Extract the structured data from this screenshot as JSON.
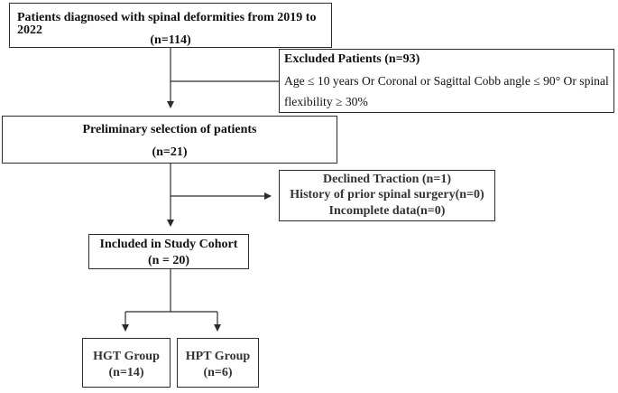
{
  "diagnosed": {
    "title": "Patients diagnosed with spinal deformities from 2019 to 2022",
    "count": "(n=114)"
  },
  "excluded": {
    "title": "Excluded Patients (n=93)",
    "criteria_line1": "Age ≤ 10 years Or Coronal or Sagittal Cobb angle ≤ 90° Or spinal",
    "criteria_line2": "flexibility ≥ 30%"
  },
  "preliminary": {
    "title": "Preliminary selection of patients",
    "count": "(n=21)"
  },
  "declined": {
    "line1": "Declined Traction (n=1)",
    "line2": "History of prior spinal surgery(n=0)",
    "line3": "Incomplete data(n=0)"
  },
  "cohort": {
    "title": "Included in Study Cohort",
    "count": "(n = 20)"
  },
  "groups": [
    {
      "name": "HGT Group",
      "count": "(n=14)"
    },
    {
      "name": "HPT Group",
      "count": "(n=6)"
    }
  ]
}
